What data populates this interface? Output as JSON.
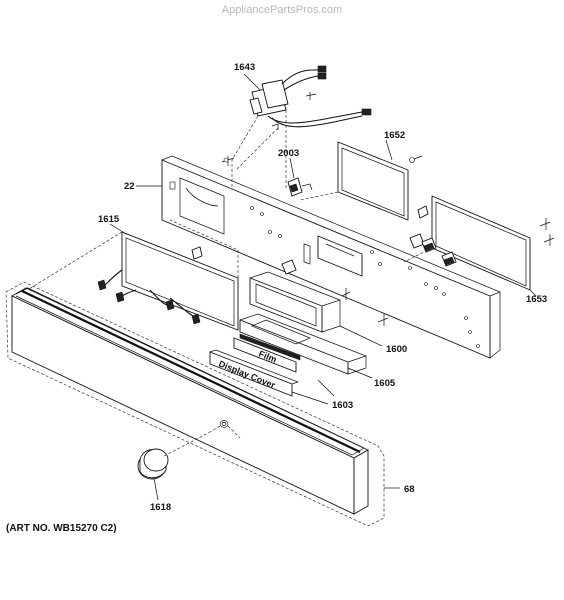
{
  "watermark": "AppliancePartsPros.com",
  "art_number": "(ART NO. WB15270 C2)",
  "labels": {
    "film": "Film",
    "display_cover": "Display Cover"
  },
  "callouts": {
    "p1643": "1643",
    "p1652": "1652",
    "p2003": "2003",
    "p22": "22",
    "p1615": "1615",
    "p1653": "1653",
    "p1600": "1600",
    "p1605": "1605",
    "p1603": "1603",
    "p68": "68",
    "p1618": "1618"
  }
}
